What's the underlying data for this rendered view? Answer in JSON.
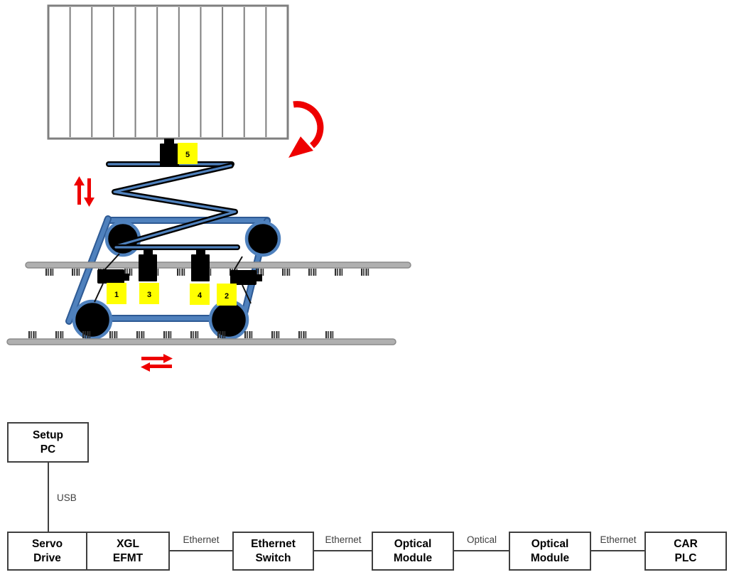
{
  "colors": {
    "frame_blue": "#4f81bd",
    "frame_blue_dark": "#2e5a94",
    "rail_gray": "#b0b0b0",
    "rail_border": "#8a8a8a",
    "rack_gray": "#7f7f7f",
    "label_yellow": "#ffff00",
    "arrow_red": "#ee0000",
    "motor_black": "#000000",
    "diagram_line": "#3f3f3f"
  },
  "mechanism": {
    "motor_labels": [
      "1",
      "2",
      "3",
      "4",
      "5"
    ]
  },
  "diagram": {
    "nodes": {
      "setup_pc": {
        "label": "Setup\nPC"
      },
      "servo_drive": {
        "label": "Servo\nDrive"
      },
      "xgl_efmt": {
        "label": "XGL\nEFMT"
      },
      "ethernet_switch": {
        "label": "Ethernet\nSwitch"
      },
      "optical_module_1": {
        "label": "Optical\nModule"
      },
      "optical_module_2": {
        "label": "Optical\nModule"
      },
      "car_plc": {
        "label": "CAR\nPLC"
      }
    },
    "links": {
      "usb": "USB",
      "ethernet_1": "Ethernet",
      "ethernet_2": "Ethernet",
      "optical": "Optical",
      "ethernet_3": "Ethernet"
    }
  }
}
